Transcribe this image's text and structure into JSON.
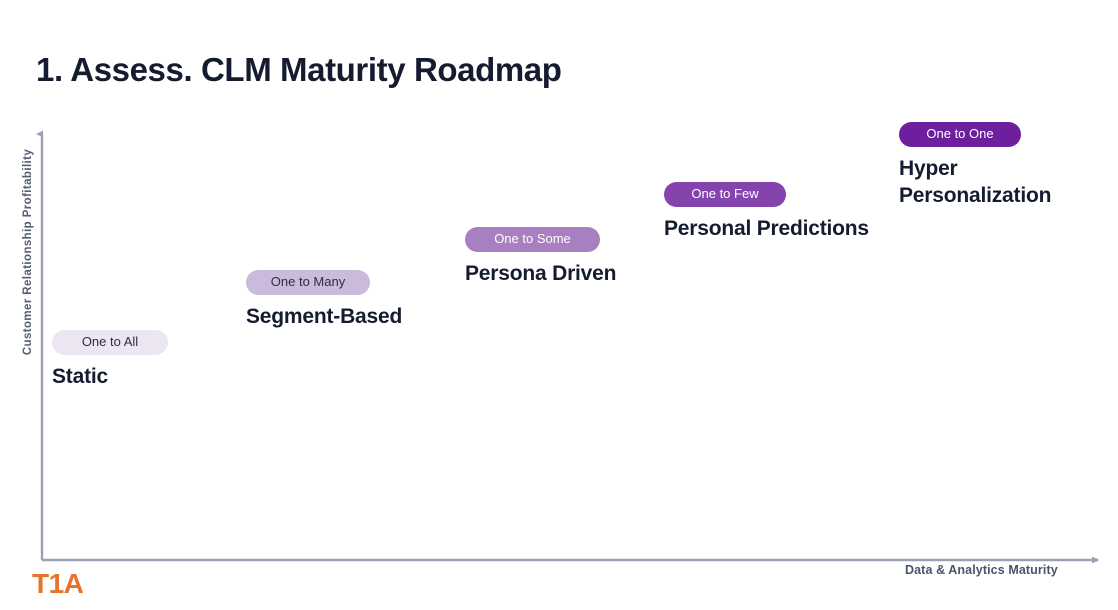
{
  "page_title": "1. Assess. CLM Maturity Roadmap",
  "brand": {
    "logo_text": "T1A",
    "logo_color": "#e8732c"
  },
  "axes": {
    "y_label": "Customer Relationship Profitability",
    "x_label": "Data & Analytics Maturity",
    "axis_color": "#9aa1b4"
  },
  "chart_data": {
    "type": "scatter",
    "title": "1. Assess. CLM Maturity Roadmap",
    "xlabel": "Data & Analytics Maturity",
    "ylabel": "Customer Relationship Profitability",
    "grid": false,
    "legend": "none",
    "xlim": [
      0,
      5
    ],
    "ylim": [
      0,
      5
    ],
    "categories": [
      "Static",
      "Segment-Based",
      "Persona Driven",
      "Personal Predictions",
      "Hyper Personalization"
    ],
    "x": [
      1,
      2,
      3,
      4,
      5
    ],
    "y": [
      1,
      2,
      3,
      4,
      5
    ],
    "annotations": [
      "One to All",
      "One to Many",
      "One to Some",
      "One to Few",
      "One to One"
    ]
  },
  "stages": [
    {
      "id": "static",
      "pill_label": "One to All",
      "name": "Static",
      "pill_color": "#ece6f2",
      "pill_text_color": "#2b2f42"
    },
    {
      "id": "segment-based",
      "pill_label": "One to Many",
      "name": "Segment-Based",
      "pill_color": "#cbbadc",
      "pill_text_color": "#2b2f42"
    },
    {
      "id": "persona-driven",
      "pill_label": "One to Some",
      "name": "Persona Driven",
      "pill_color": "#a87fc1",
      "pill_text_color": "#ffffff"
    },
    {
      "id": "personal-predictions",
      "pill_label": "One to Few",
      "name": "Personal Predictions",
      "pill_color": "#8543ae",
      "pill_text_color": "#ffffff"
    },
    {
      "id": "hyper-personalization",
      "pill_label": "One to One",
      "name": "Hyper\nPersonalization",
      "pill_color": "#6e1f9e",
      "pill_text_color": "#ffffff"
    }
  ]
}
